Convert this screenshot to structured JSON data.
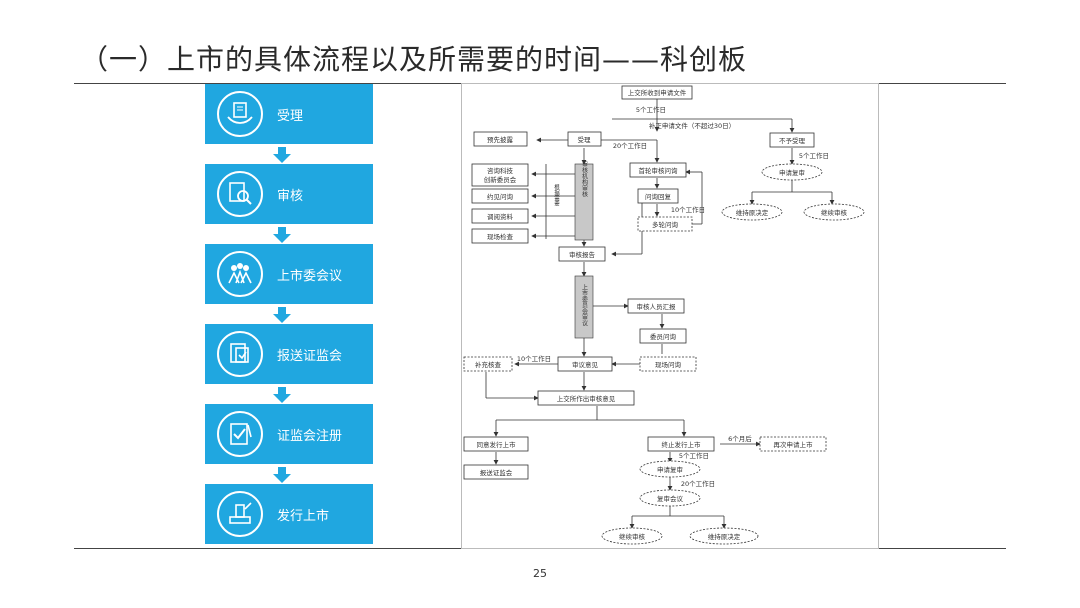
{
  "title": "（一）上市的具体流程以及所需要的时间——科创板",
  "page_number": "25",
  "steps": [
    {
      "label": "受理",
      "icon": "hands-document-icon"
    },
    {
      "label": "审核",
      "icon": "magnifier-document-icon"
    },
    {
      "label": "上市委会议",
      "icon": "meeting-people-icon"
    },
    {
      "label": "报送证监会",
      "icon": "submit-document-icon"
    },
    {
      "label": "证监会注册",
      "icon": "checklist-icon"
    },
    {
      "label": "发行上市",
      "icon": "stamp-icon"
    }
  ],
  "flow": {
    "receive": "上交所收到申请文件",
    "d5": "5个工作日",
    "supplement": "补正申请文件（不超过30日）",
    "accept": "受理",
    "pre_disclose": "预先披露",
    "d20": "20个工作日",
    "first_inquiry": "首轮审核问询",
    "not_accept": "不予受理",
    "d5b": "5个工作日",
    "review_request": "申请复审",
    "keep_decision": "维持原决定",
    "continue_review": "继续审核",
    "consult": "咨询科技创新委员会",
    "consult_l1": "咨询科技",
    "consult_l2": "创新委员会",
    "meeting_inquiry": "约见问询",
    "check_material": "调阅资料",
    "onsite": "现场检查",
    "as_needed": "根据需要",
    "audit_vertical": "审核机构审核",
    "reply": "问询回复",
    "d10": "10个工作日",
    "multi_inquiry": "多轮问询",
    "audit_report": "审核报告",
    "listing_committee_vertical": "上市委员会审议",
    "auditor_report": "审核人员汇报",
    "member_inquiry": "委员问询",
    "d10b": "10个工作日",
    "supplement_check": "补充核查",
    "review_opinion": "审议意见",
    "onsite_inquiry": "现场问询",
    "sse_opinion": "上交所作出审核意见",
    "agree": "同意发行上市",
    "terminate": "终止发行上市",
    "six_months": "6个月后",
    "reapply": "再次申请上市",
    "submit_csrc": "报送证监会",
    "d5c": "5个工作日",
    "apply_review": "申请复审",
    "d20b": "20个工作日",
    "review_meeting": "复审会议",
    "continue_review2": "继续审核",
    "keep_decision2": "维持原决定"
  }
}
